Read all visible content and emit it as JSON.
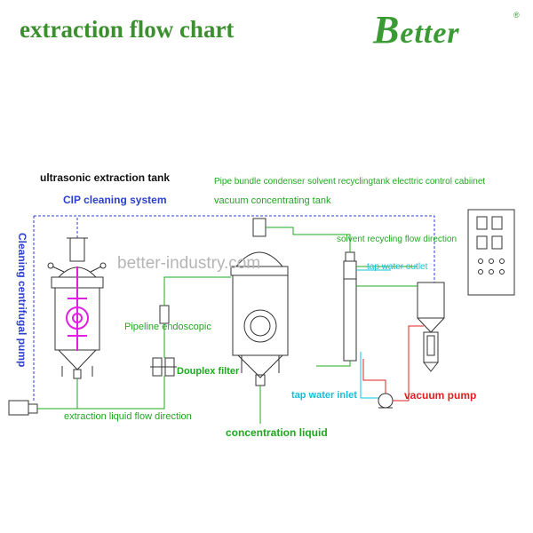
{
  "title": "extraction flow chart",
  "brand": {
    "first": "B",
    "rest": "etter",
    "registered": "®"
  },
  "watermark": "better-industry.com",
  "labels": {
    "ultrasonic_tank": "ultrasonic extraction tank",
    "cip": "CIP cleaning system",
    "pump_vertical": "Cleaning centrifugal pump",
    "condenser_line": "Pipe bundle condenser solvent recyclingtank electtric control cabiinet",
    "vacuum_tank": "vacuum concentrating tank",
    "solvent_flow": "solvent recycling flow direction",
    "water_outlet": "tap water outlet",
    "pipeline_endoscopic": "Pipeline endoscopic",
    "duplex_filter": "Douplex filter",
    "tap_water_inlet": "tap water inlet",
    "vacuum_pump": "vacuum pump",
    "extraction_flow": "extraction liquid flow direction",
    "concentration_liquid": "concentration liquid"
  },
  "colors": {
    "green": "#1fa81f",
    "blue": "#2c3fcf",
    "red": "#e02020",
    "cyan": "#15c0d8",
    "magenta": "#e020e0"
  }
}
